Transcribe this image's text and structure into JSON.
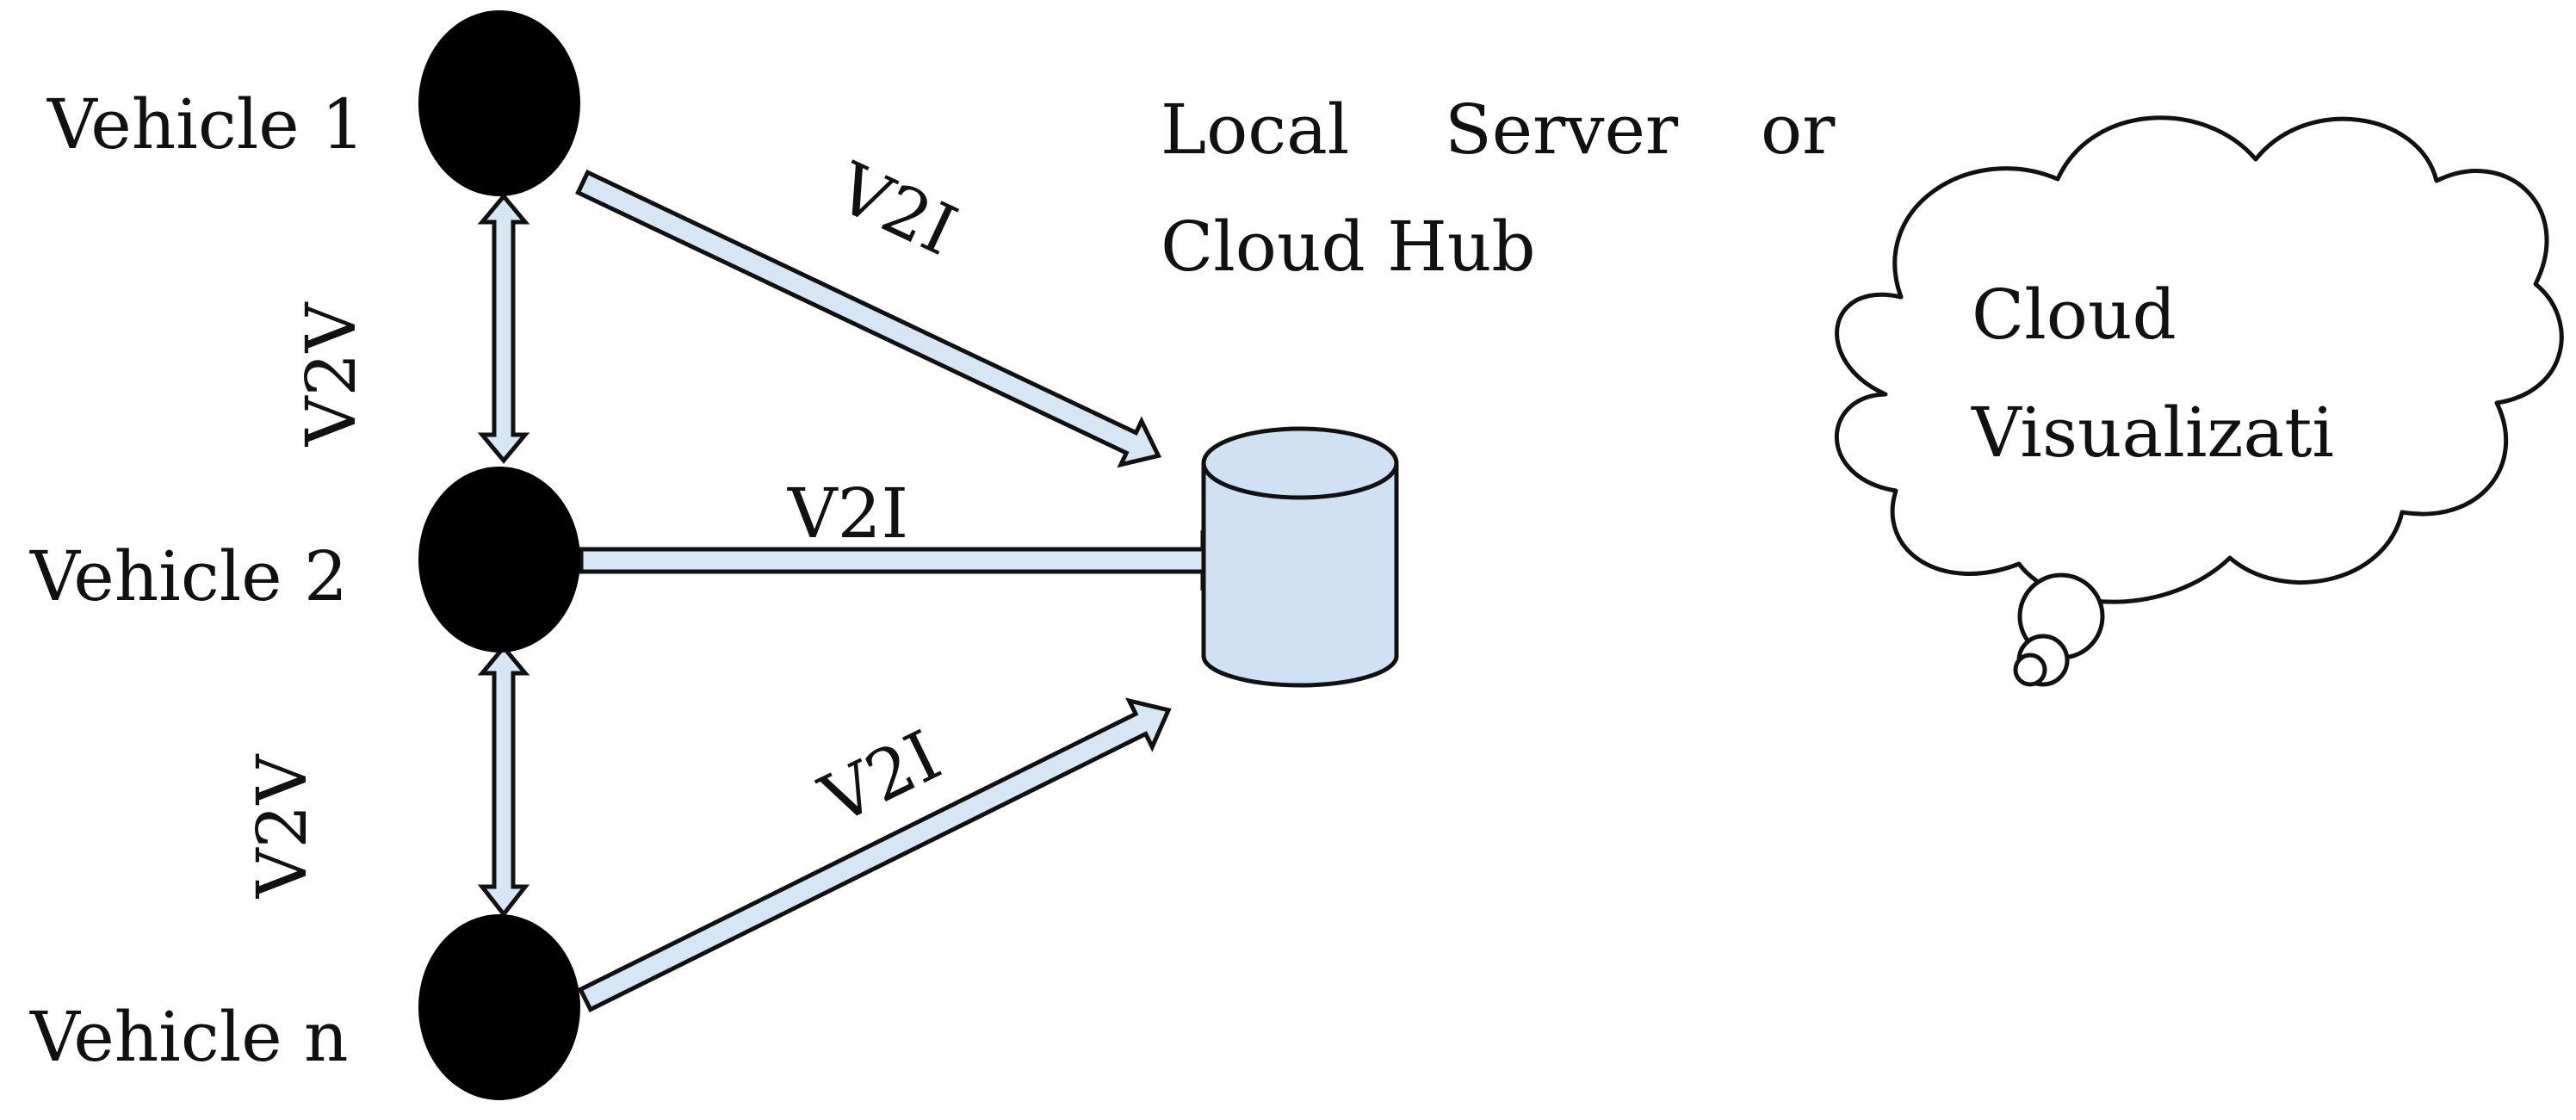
{
  "colors": {
    "node": "#000000",
    "arrow_fill": "#d6e6f5",
    "stroke": "#111111",
    "database_fill": "#cfe1f3",
    "cloud_fill": "#ffffff"
  },
  "vehicles": [
    {
      "label": "Vehicle 1"
    },
    {
      "label": "Vehicle 2"
    },
    {
      "label": "Vehicle n"
    }
  ],
  "v2v_links": [
    {
      "label": "V2V"
    },
    {
      "label": "V2V"
    }
  ],
  "v2i_links": [
    {
      "label": "V2I"
    },
    {
      "label": "V2I"
    },
    {
      "label": "V2I"
    }
  ],
  "server": {
    "label_line1": [
      "Local",
      "Server",
      "or"
    ],
    "label_line2": "Cloud Hub",
    "icon": "database-icon"
  },
  "cloud": {
    "label_line1": "Cloud",
    "label_line2": "Visualizati",
    "icon": "cloud-thought-icon"
  }
}
